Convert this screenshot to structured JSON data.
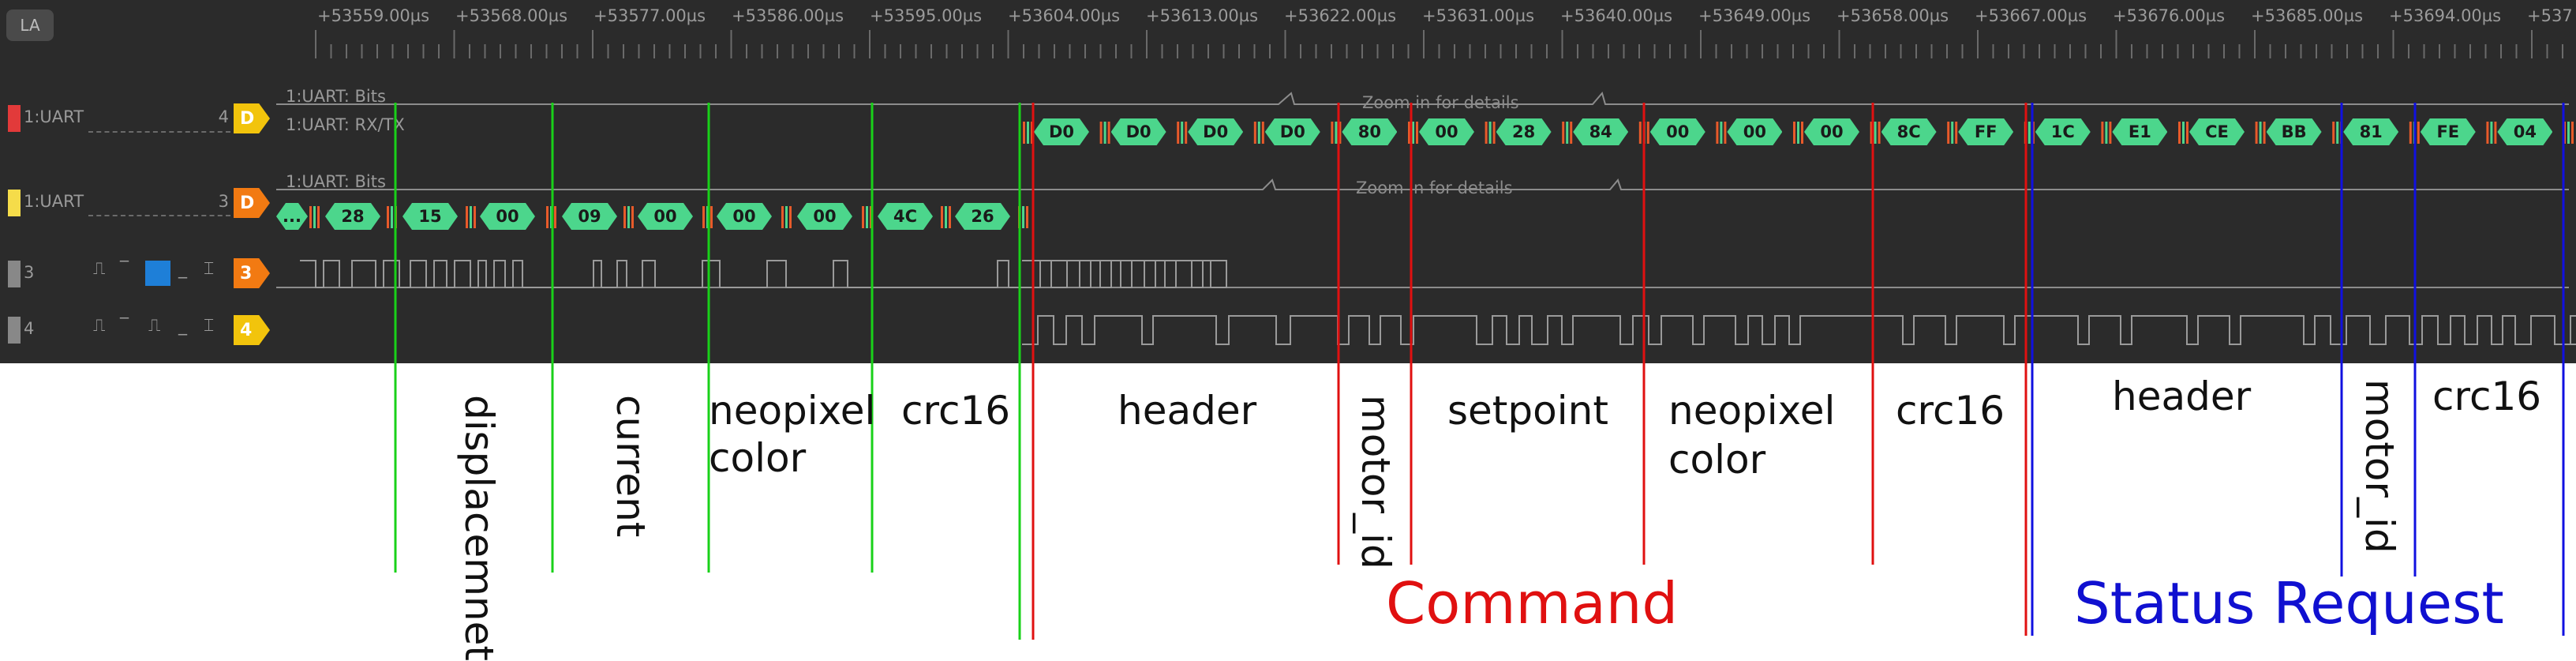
{
  "app": {
    "la_button": "LA"
  },
  "ruler": {
    "ticks": [
      "+53559.00µs",
      "+53568.00µs",
      "+53577.00µs",
      "+53586.00µs",
      "+53595.00µs",
      "+53604.00µs",
      "+53613.00µs",
      "+53622.00µs",
      "+53631.00µs",
      "+53640.00µs",
      "+53649.00µs",
      "+53658.00µs",
      "+53667.00µs",
      "+53676.00µs",
      "+53685.00µs",
      "+53694.00µs",
      "+537"
    ]
  },
  "channels": {
    "uart1": {
      "name": "1:UART",
      "num": "4",
      "tag": "D",
      "tag_color": "#f2c40c",
      "color": "#e23a3a"
    },
    "uart2": {
      "name": "1:UART",
      "num": "3",
      "tag": "D",
      "tag_color": "#f27a12",
      "color": "#f5dc4a"
    },
    "ch3": {
      "name": "3",
      "tag": "3",
      "tag_color": "#f27a12",
      "color": "#888888"
    },
    "ch4": {
      "name": "4",
      "tag": "4",
      "tag_color": "#f2c40c",
      "color": "#888888"
    }
  },
  "decoders": {
    "bits1": "1:UART: Bits",
    "rxtx1": "1:UART: RX/TX",
    "bits2": "1:UART: Bits",
    "zoom1": "Zoom in for details",
    "zoom2": "Zoom in for details"
  },
  "bytes_top": [
    "D0",
    "D0",
    "D0",
    "D0",
    "80",
    "00",
    "28",
    "84",
    "00",
    "00",
    "00",
    "8C",
    "FF",
    "1C",
    "E1",
    "CE",
    "BB",
    "81",
    "FE",
    "04"
  ],
  "bytes_bottom": [
    "...",
    "28",
    "15",
    "00",
    "09",
    "00",
    "00",
    "00",
    "4C",
    "26"
  ],
  "annotations": {
    "displacement": "displacemnet",
    "current": "current",
    "neopixel_color_1a": "neopixel",
    "neopixel_color_1b": "color",
    "crc16_1": "crc16",
    "header_1": "header",
    "motor_id_1": "motor_id",
    "setpoint": "setpoint",
    "neopixel_color_2a": "neopixel",
    "neopixel_color_2b": "color",
    "crc16_2": "crc16",
    "header_2": "header",
    "motor_id_2": "motor_id",
    "crc16_3": "crc16",
    "command_title": "Command",
    "status_title": "Status Request"
  },
  "colors": {
    "panel_bg": "#2b2b2b",
    "byte_green": "#4cd68c",
    "green_line": "#19d119",
    "red_line": "#e01010",
    "blue_line": "#1010e0",
    "command": "#e01010",
    "status": "#1010d0"
  }
}
